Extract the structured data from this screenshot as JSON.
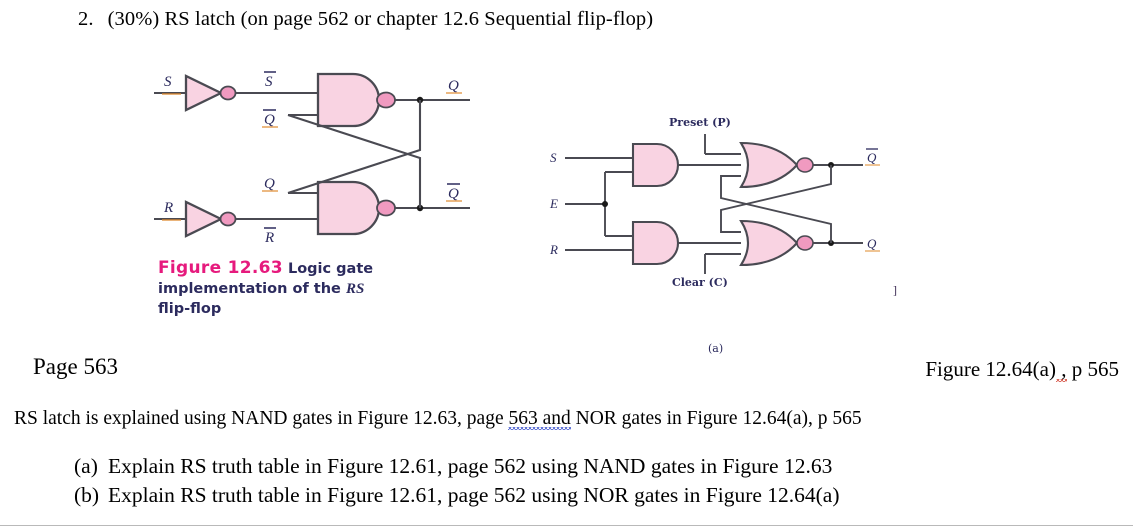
{
  "document": {
    "heading": {
      "number": "2.",
      "text": "(30%) RS latch (on page 562 or chapter 12.6 Sequential flip-flop)"
    },
    "page_ref_left": "Page 563",
    "fig_ref_right_pre": "Figure 12.64(a)",
    "fig_ref_right_comma": " ,",
    "fig_ref_right_post": " p 565",
    "explain_line": {
      "part1": "RS latch is explained using NAND gates in Figure 12.63, page ",
      "squiggle": "563  and",
      "part2": " NOR gates in Figure 12.64(a), p 565"
    },
    "items": [
      {
        "tag": "(a)",
        "text": "Explain RS truth table in Figure 12.61, page 562 using NAND gates in Figure 12.63"
      },
      {
        "tag": "(b)",
        "text": "Explain RS truth table in Figure 12.61, page 562 using NOR gates in Figure 12.64(a)"
      }
    ],
    "stray_mark": "]"
  },
  "figure_63": {
    "caption_number": "Figure 12.63",
    "caption_body_1": " Logic gate",
    "caption_body_2": "implementation of the ",
    "caption_italic": "RS",
    "caption_body_3": "flip-flop",
    "labels": {
      "input_s": "S",
      "input_r": "R",
      "inv_s_out": "S",
      "inv_r_out": "R",
      "cross_top": "Q",
      "cross_bottom": "Q",
      "out_top": "Q",
      "out_bottom": "Q"
    },
    "gate_types": [
      "inverter",
      "inverter",
      "nand",
      "nand"
    ]
  },
  "figure_64": {
    "sublabel": "(a)",
    "labels": {
      "input_s": "S",
      "input_e": "E",
      "input_r": "R",
      "preset": "Preset (P)",
      "clear": "Clear (C)",
      "out_top": "Q",
      "out_bottom": "Q"
    },
    "gate_types": [
      "and",
      "and",
      "nor",
      "nor"
    ]
  },
  "colors": {
    "gate_fill": "#f9d3e2",
    "gate_stroke": "#4a4a52",
    "bubble_fill": "#f09ac0",
    "wire": "#4a4a52",
    "label_navy": "#2c2b5e",
    "label_orange": "#e08a2e",
    "fignum_magenta": "#e61a7d",
    "spell_blue": "#3048c8",
    "spell_red": "#d03a2a"
  }
}
